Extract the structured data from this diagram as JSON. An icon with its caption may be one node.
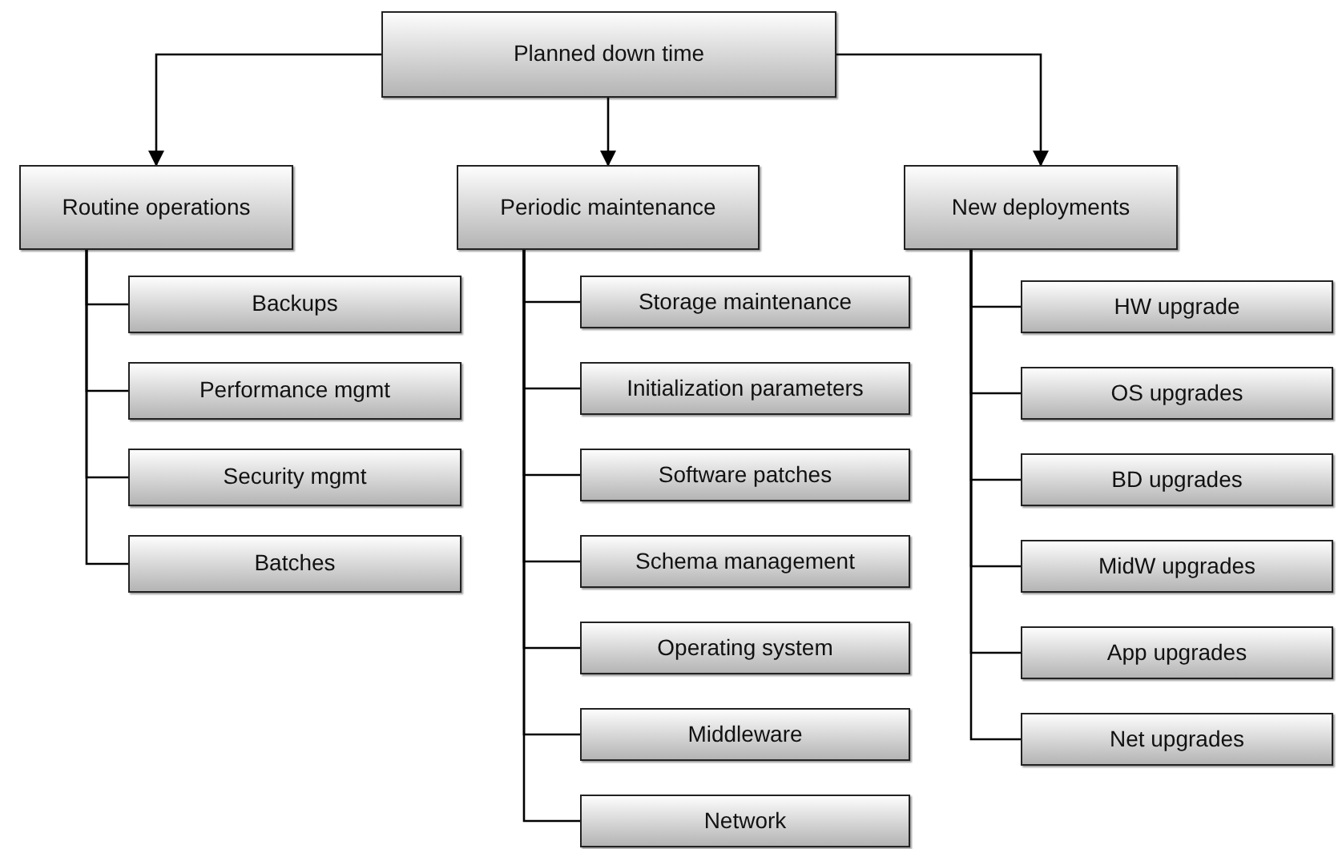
{
  "diagram": {
    "nodes": [
      {
        "text": [
          "Planned down time"
        ]
      },
      {
        "text": [
          "Routine operations"
        ]
      },
      {
        "text": [
          "Periodic maintenance"
        ]
      },
      {
        "text": [
          "New deployments"
        ]
      },
      {
        "text": [
          "Backups"
        ]
      },
      {
        "text": [
          "Performance mgmt"
        ]
      },
      {
        "text": [
          "Security mgmt"
        ]
      },
      {
        "text": [
          "Batches"
        ]
      },
      {
        "text": [
          "Storage maintenance"
        ]
      },
      {
        "text": [
          "Initialization parameters"
        ]
      },
      {
        "text": [
          "Software patches"
        ]
      },
      {
        "text": [
          "Schema management"
        ]
      },
      {
        "text": [
          "Operating system"
        ]
      },
      {
        "text": [
          "Middleware"
        ]
      },
      {
        "text": [
          "Network"
        ]
      },
      {
        "text": [
          "HW upgrade"
        ]
      },
      {
        "text": [
          "OS upgrades"
        ]
      },
      {
        "text": [
          "BD upgrades"
        ]
      },
      {
        "text": [
          "MidW upgrades"
        ]
      },
      {
        "text": [
          "App upgrades"
        ]
      },
      {
        "text": [
          "Net upgrades"
        ]
      }
    ],
    "edges": [
      {
        "from": 0,
        "to": 1,
        "arrow": "to"
      },
      {
        "from": 0,
        "to": 2,
        "arrow": "to"
      },
      {
        "from": 0,
        "to": 3,
        "arrow": "to"
      },
      {
        "from": 1,
        "to": 4,
        "arrow": "none"
      },
      {
        "from": 1,
        "to": 5,
        "arrow": "none"
      },
      {
        "from": 1,
        "to": 6,
        "arrow": "none"
      },
      {
        "from": 1,
        "to": 7,
        "arrow": "none"
      },
      {
        "from": 2,
        "to": 8,
        "arrow": "none"
      },
      {
        "from": 2,
        "to": 9,
        "arrow": "none"
      },
      {
        "from": 2,
        "to": 10,
        "arrow": "none"
      },
      {
        "from": 2,
        "to": 11,
        "arrow": "none"
      },
      {
        "from": 2,
        "to": 12,
        "arrow": "none"
      },
      {
        "from": 2,
        "to": 13,
        "arrow": "none"
      },
      {
        "from": 2,
        "to": 14,
        "arrow": "none"
      },
      {
        "from": 3,
        "to": 15,
        "arrow": "none"
      },
      {
        "from": 3,
        "to": 16,
        "arrow": "none"
      },
      {
        "from": 3,
        "to": 17,
        "arrow": "none"
      },
      {
        "from": 3,
        "to": 18,
        "arrow": "none"
      },
      {
        "from": 3,
        "to": 19,
        "arrow": "none"
      },
      {
        "from": 3,
        "to": 20,
        "arrow": "none"
      }
    ]
  }
}
